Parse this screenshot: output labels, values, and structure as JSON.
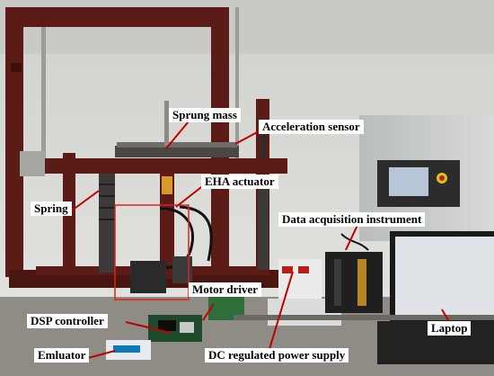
{
  "colors": {
    "wall": "#d9dad5",
    "frame": "#5b1c17",
    "frame_dark": "#3b0f0c",
    "accent_box": "#e0201d",
    "floor": "#8a8680",
    "pointer": "#c00000"
  },
  "labels": {
    "sprung_mass": "Sprung mass",
    "acceleration_sensor": "Acceleration sensor",
    "eha_actuator": "EHA actuator",
    "spring": "Spring",
    "data_acquisition": "Data acquisition instrument",
    "motor_driver": "Motor driver",
    "dsp_controller": "DSP controller",
    "emulator": "Emluator",
    "laptop": "Laptop",
    "dc_supply": "DC regulated power supply"
  }
}
